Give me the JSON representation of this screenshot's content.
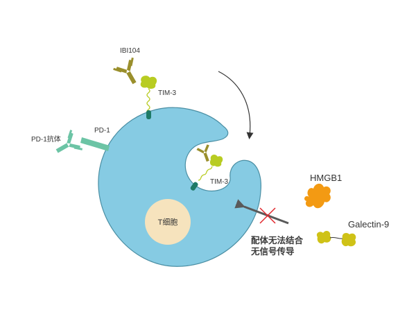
{
  "labels": {
    "ibi104": "IBI104",
    "tim3_top": "TIM-3",
    "pd1_antibody": "PD-1抗体",
    "pd1": "PD-1",
    "tim3_inner": "TIM-3",
    "t_cell": "T细胞",
    "hmgb1": "HMGB1",
    "galectin9": "Galectin-9",
    "no_binding_line1": "配体无法结合",
    "no_binding_line2": "无信号传导"
  },
  "colors": {
    "cell_fill": "#86cbe3",
    "cell_stroke": "#4a8ea3",
    "nucleus": "#f6e3bd",
    "ibi104_antibody": "#9a8f2c",
    "ligand_green": "#b8cc22",
    "receptor_dark_green": "#1e7a66",
    "pd1_antibody": "#6cc4a5",
    "hmgb1": "#f39a13",
    "galectin9": "#cfc217",
    "blocked_arrow": "#5a5a5a",
    "block_cross": "#e1262c",
    "curved_arrow": "#333333"
  },
  "icons": {
    "antibody": "y-shaped-antibody-icon",
    "blocked": "red-cross-icon"
  }
}
